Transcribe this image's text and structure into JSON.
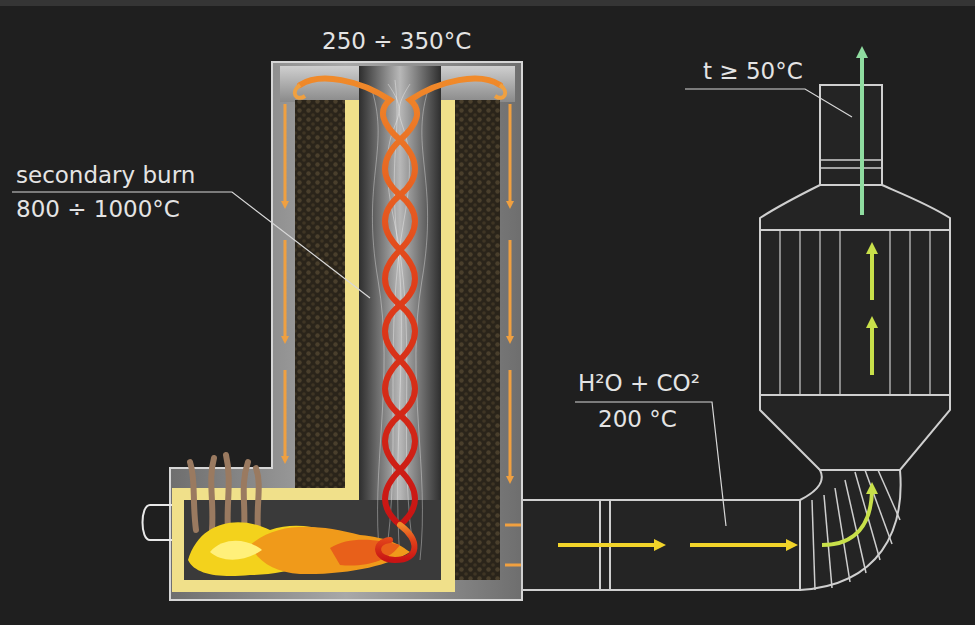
{
  "diagram": {
    "labels": [
      "250 ÷ 350°C",
      "secondary burn",
      "800 ÷ 1000°C",
      "t ≥ 50°C",
      "H²O + CO²",
      "200 °C"
    ]
  }
}
